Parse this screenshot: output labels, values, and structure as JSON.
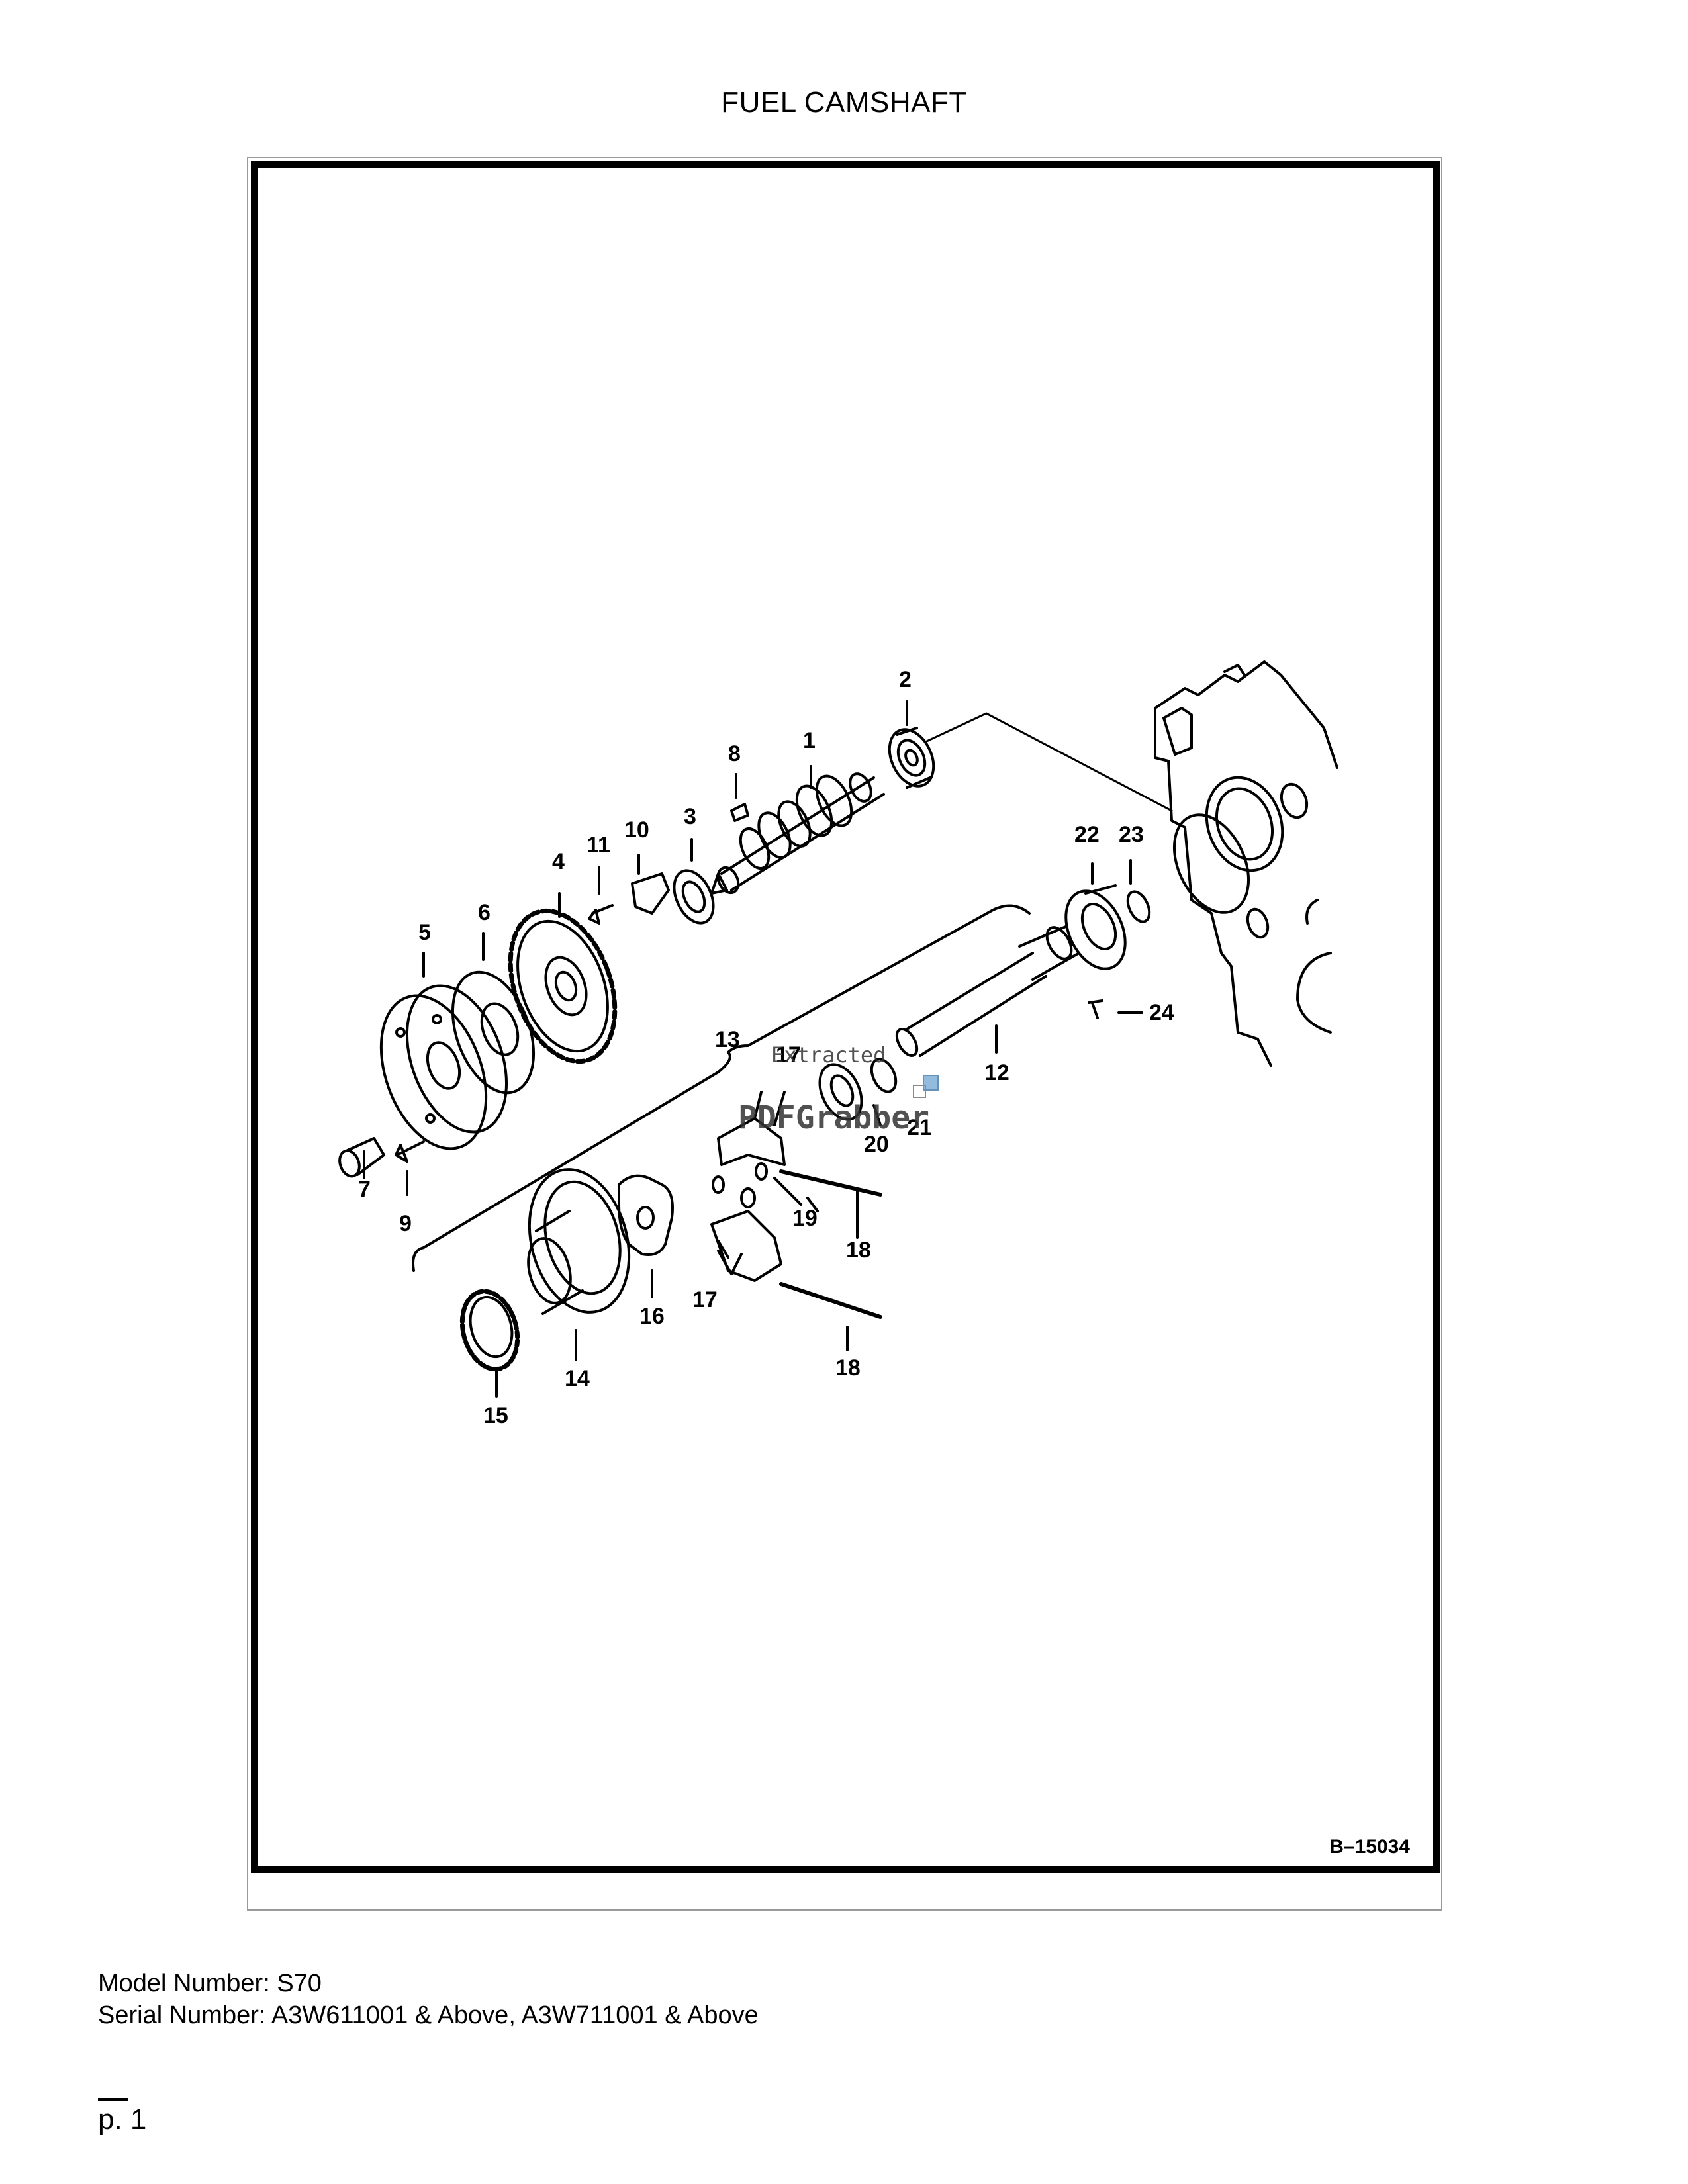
{
  "document": {
    "title": "FUEL CAMSHAFT",
    "drawing_code": "B–15034",
    "model_line": "Model Number: S70",
    "serial_line": "Serial Number: A3W611001 & Above, A3W711001 & Above",
    "page_number": "p. 1"
  },
  "callouts": [
    "1",
    "2",
    "3",
    "4",
    "5",
    "6",
    "7",
    "8",
    "9",
    "10",
    "11",
    "12",
    "13",
    "14",
    "15",
    "16",
    "17",
    "17",
    "18",
    "18",
    "19",
    "20",
    "21",
    "22",
    "23",
    "24"
  ],
  "watermark": {
    "line1": "Extracted",
    "line2": "PDFGrabber"
  }
}
